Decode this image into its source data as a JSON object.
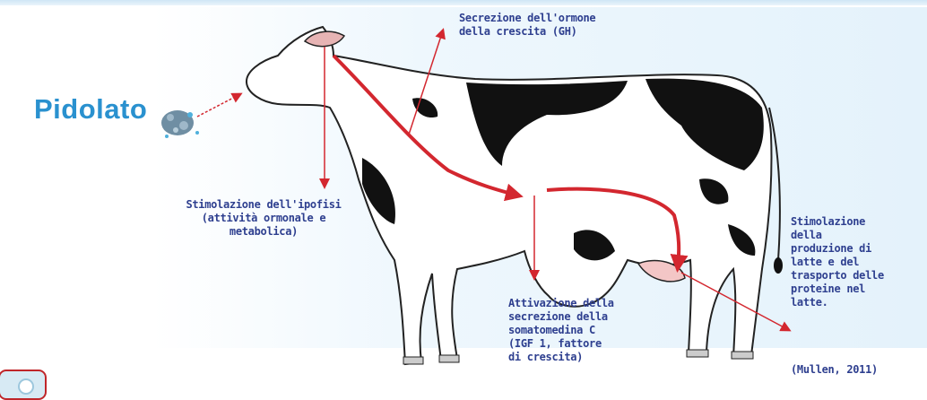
{
  "title": "Pidolato",
  "labels": {
    "gh": [
      "Secrezione dell'ormone",
      "della crescita (GH)"
    ],
    "ipofisi": [
      "Stimolazione dell'ipofisi",
      "(attività ormonale e",
      "metabolica)"
    ],
    "igf": [
      "Attivazione della",
      "secrezione della",
      "somatomedina C",
      "(IGF 1, fattore",
      "di crescita)"
    ],
    "latte": [
      "Stimolazione",
      "della",
      "produzione di",
      "latte e del",
      "trasporto delle",
      "proteine nel",
      "latte."
    ],
    "citation": "(Mullen, 2011)"
  },
  "colors": {
    "arrow": "#d3272f",
    "label_text": "#2e3f8f",
    "title_text": "#2a91cf",
    "cow_patch": "#111111"
  },
  "icons": [
    "pidolato-molecule-icon",
    "cow-illustration",
    "nav-button"
  ]
}
